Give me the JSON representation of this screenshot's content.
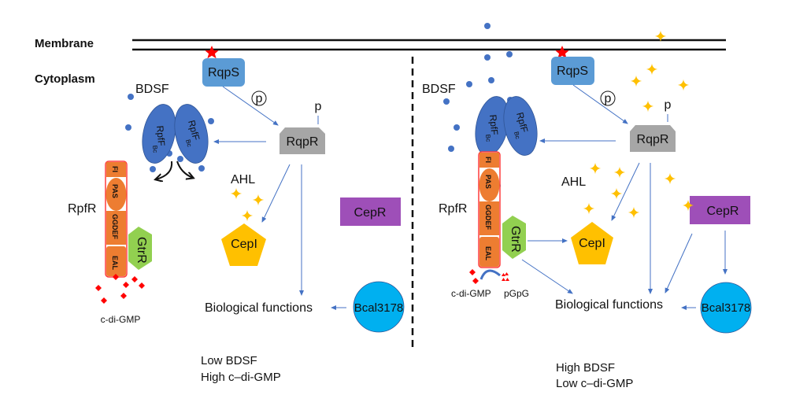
{
  "labels": {
    "membrane": "Membrane",
    "cytoplasm": "Cytoplasm"
  },
  "colors": {
    "bdsf_dot": "#4472c4",
    "rpff": "#4472c4",
    "rqps": "#5b9bd5",
    "rqpr": "#a6a6a6",
    "rpfr_domain": "#ed7d31",
    "rpfr_border": "#ff3b3b",
    "gtrr": "#92d050",
    "cepi": "#ffc000",
    "cepr": "#9e4fb8",
    "bcal": "#00b0f0",
    "c_di_gmp": "#ff0000",
    "ahl_star": "#ffc000",
    "phospho_star": "#ff0000"
  },
  "panels": [
    {
      "id": "left",
      "bdsf": "BDSF",
      "rpff_label": "RpfF",
      "rpff_sub": "Bc",
      "rqps": "RqpS",
      "rqpr": "RqpR",
      "phospho_circle": "p",
      "phospho": "p",
      "ahl": "AHL",
      "cepi": "CepI",
      "cepr": "CepR",
      "rpfr": "RpfR",
      "rpfr_domains": [
        "FI",
        "PAS",
        "GGDEF",
        "EAL"
      ],
      "gtrr": "GtrR",
      "c_di_gmp": "c-di-GMP",
      "bio": "Biological functions",
      "bcal": "Bcal3178",
      "cond_line1": "Low BDSF",
      "cond_line2": "High c–di-GMP"
    },
    {
      "id": "right",
      "bdsf": "BDSF",
      "rpff_label": "RpfF",
      "rpff_sub": "Bc",
      "rqps": "RqpS",
      "rqpr": "RqpR",
      "phospho_circle": "p",
      "phospho": "p",
      "ahl": "AHL",
      "cepi": "CepI",
      "cepr": "CepR",
      "rpfr": "RpfR",
      "rpfr_domains": [
        "FI",
        "PAS",
        "GGDEF",
        "EAL"
      ],
      "gtrr": "GtrR",
      "c_di_gmp": "c-di-GMP",
      "pgpg": "pGpG",
      "bio": "Biological functions",
      "bcal": "Bcal3178",
      "cond_line1": "High BDSF",
      "cond_line2": "Low c–di-GMP"
    }
  ]
}
